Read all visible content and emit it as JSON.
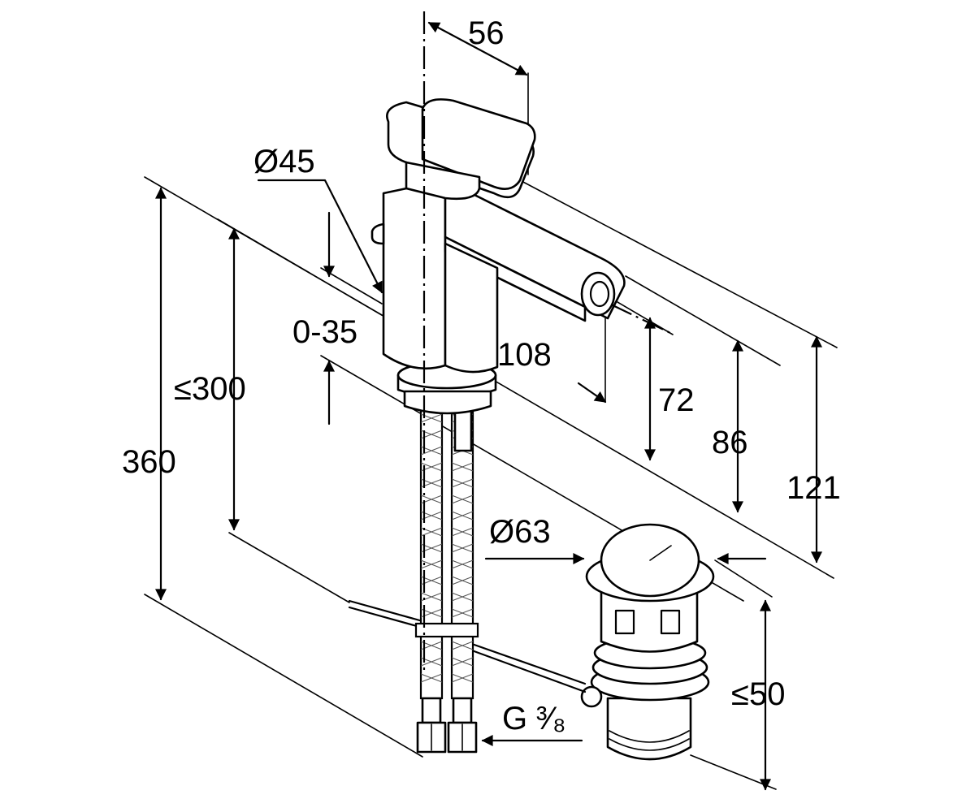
{
  "labels": {
    "offset_56": "56",
    "diameter_45": "Ø45",
    "range_0_35": "0-35",
    "max_300": "≤300",
    "height_360": "360",
    "reach_108": "108",
    "height_72": "72",
    "height_86": "86",
    "height_121": "121",
    "diameter_63": "Ø63",
    "max_50": "≤50",
    "thread_g": "G",
    "thread_fraction": "³⁄₈"
  },
  "colors": {
    "line": "#000000",
    "background": "#ffffff"
  }
}
